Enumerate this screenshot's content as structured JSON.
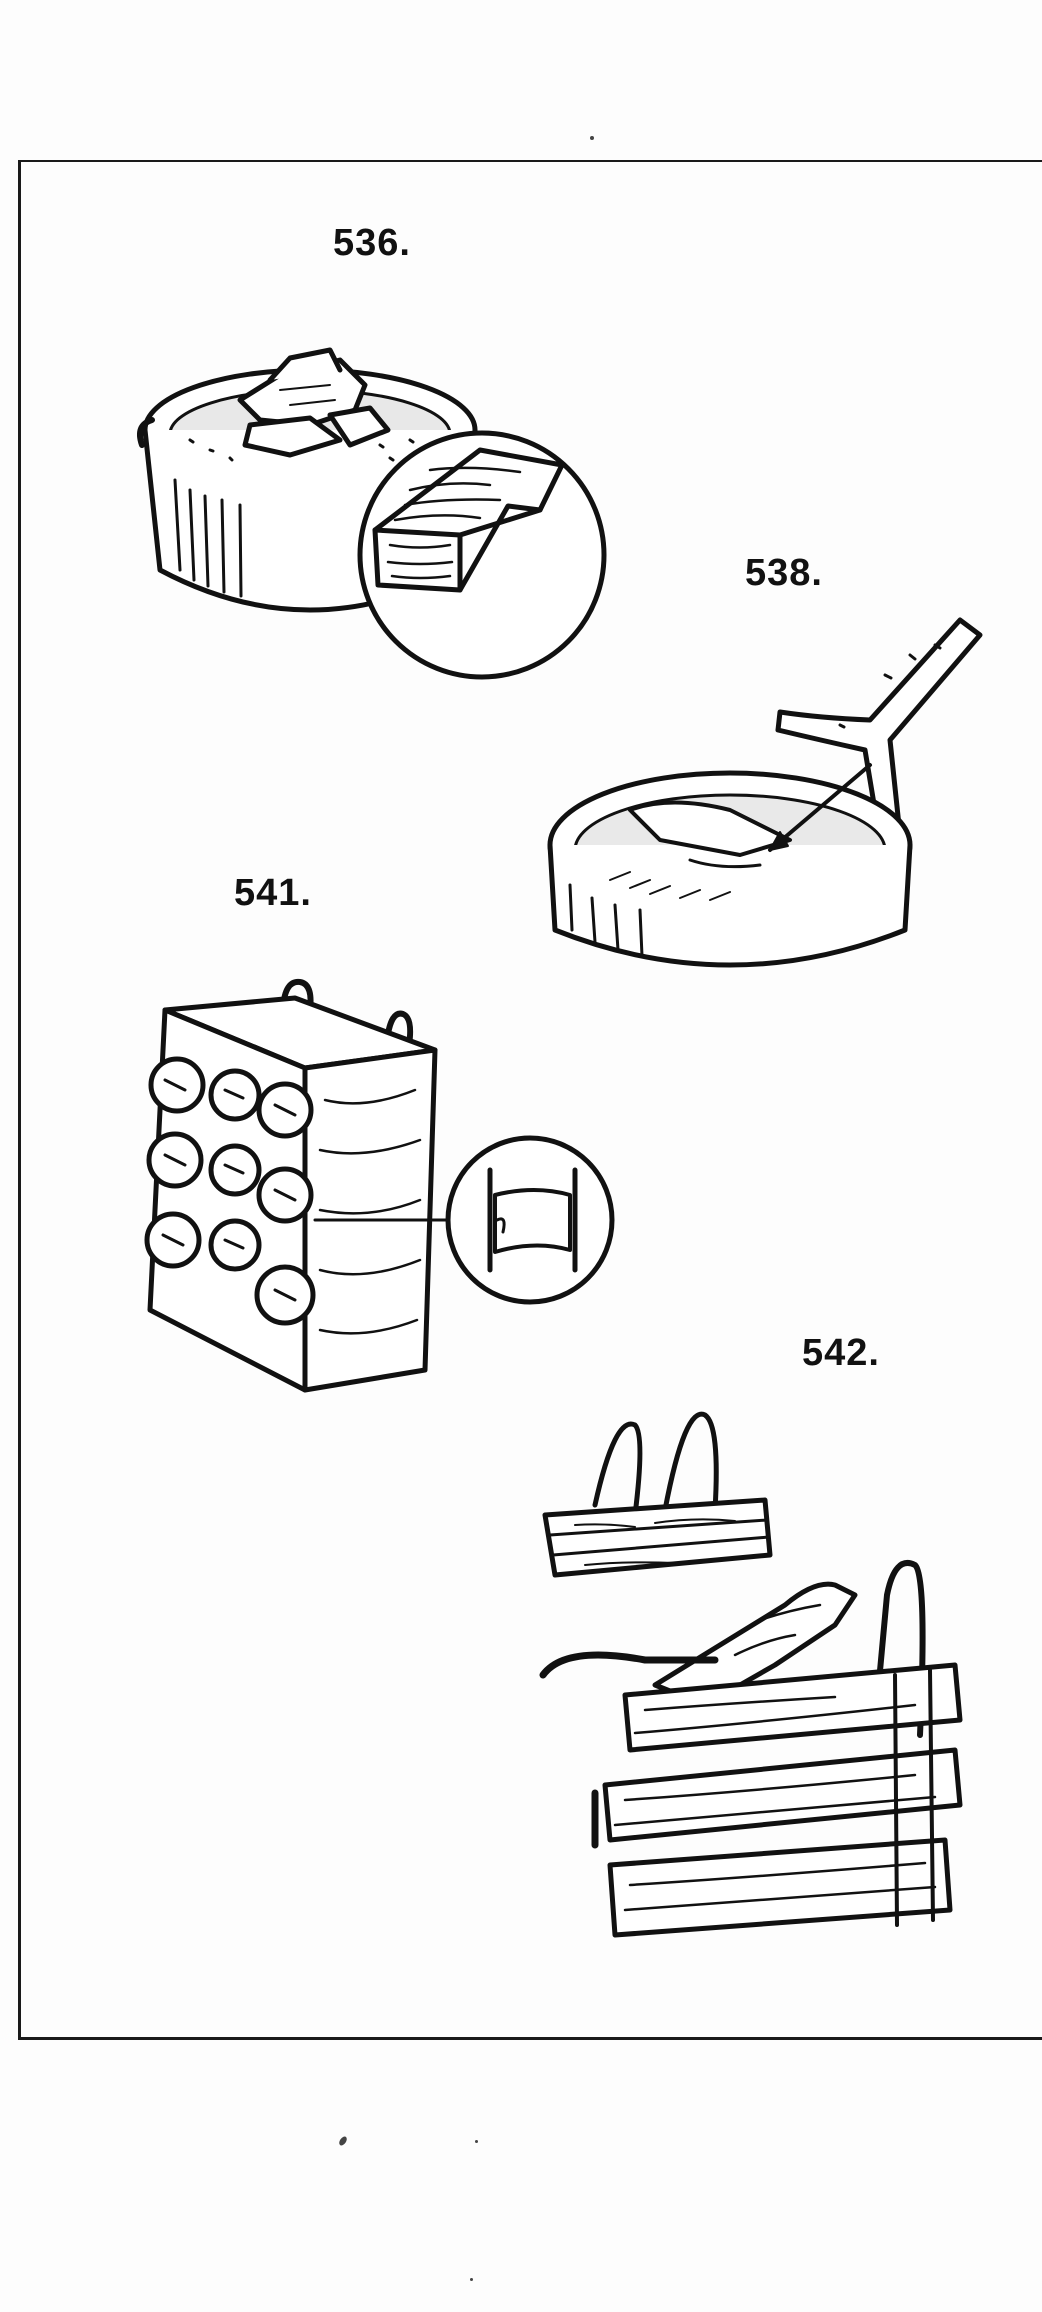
{
  "figures": [
    {
      "number": "536.",
      "icon": "pot-with-soaking-wood-icon"
    },
    {
      "number": "538.",
      "icon": "forked-stick-in-basin-icon"
    },
    {
      "number": "541.",
      "icon": "wooden-block-with-discs-icon"
    },
    {
      "number": "542.",
      "icon": "stacked-wood-slab-bundles-icon"
    }
  ],
  "colors": {
    "ink": "#111111",
    "paper": "#fdfdfd",
    "frame": "#1a1a1a"
  }
}
